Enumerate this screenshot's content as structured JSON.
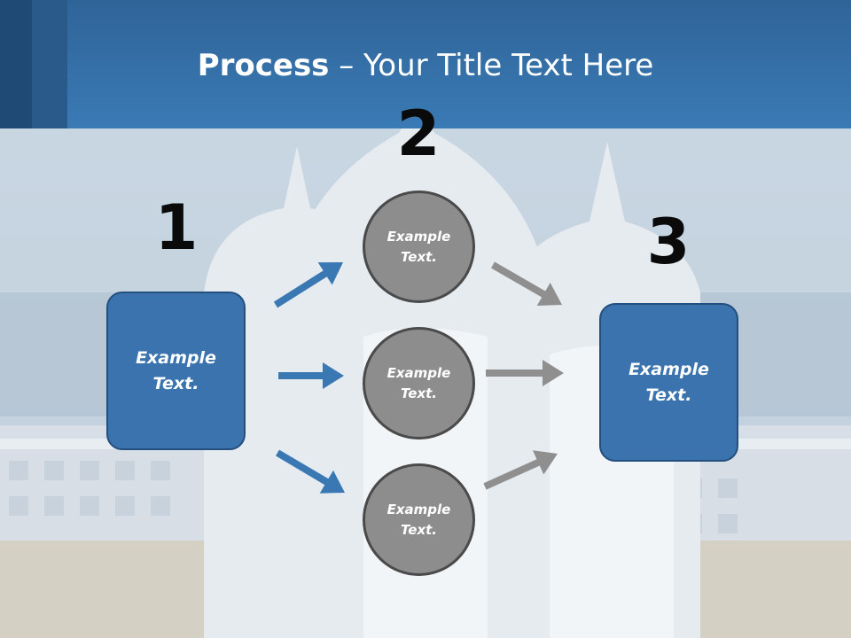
{
  "title": {
    "bold": "Process",
    "rest": " – Your Title Text Here"
  },
  "numbers": [
    "1",
    "2",
    "3"
  ],
  "left_box": {
    "label": "Example\nText."
  },
  "right_box": {
    "label": "Example\nText."
  },
  "circles": [
    {
      "label": "Example\nText."
    },
    {
      "label": "Example\nText."
    },
    {
      "label": "Example\nText."
    }
  ],
  "colors": {
    "header": "#3a7ab5",
    "box": "#3a73ad",
    "circle": "#8d8d8d",
    "blue_arrow": "#3a78b4",
    "gray_arrow": "#8f8f8f"
  }
}
